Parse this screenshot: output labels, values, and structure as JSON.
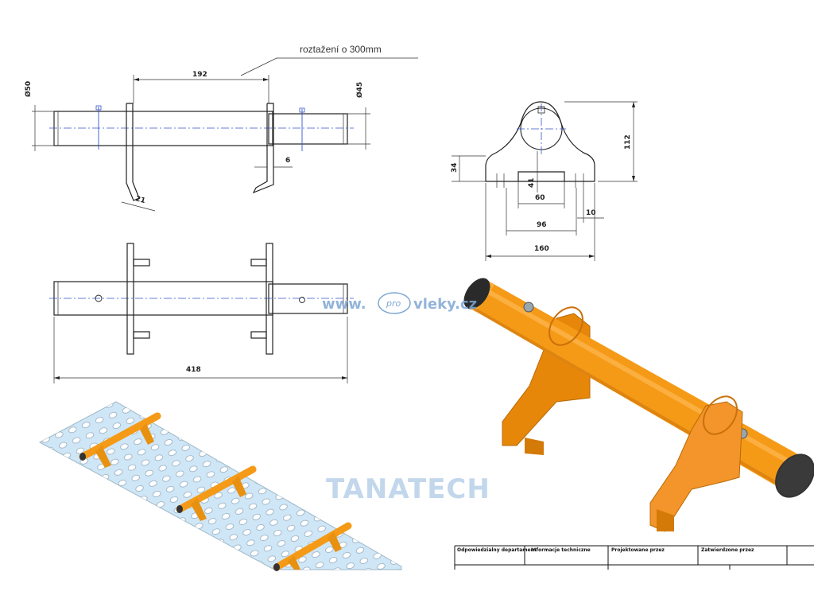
{
  "annotation": {
    "text": "roztažení o 300mm"
  },
  "dims": {
    "d50": "Ø50",
    "d45": "Ø45",
    "l192": "192",
    "l6": "6",
    "l21": "21",
    "l418": "418",
    "h34": "34",
    "h41": "41",
    "h112": "112",
    "w60": "60",
    "w96": "96",
    "w10": "10",
    "w160": "160"
  },
  "watermark": {
    "prefix": "www.",
    "pro": "pro",
    "suffix": "vleky.cz",
    "brand": "TANATECH"
  },
  "title_block": {
    "headers": [
      "Odpowiedzialny departament",
      "Informacje techniczne",
      "Projektowane przez",
      "Zatwierdzone przez"
    ]
  },
  "colors": {
    "part_orange": "#f59a17",
    "part_dark": "#c9700a",
    "plate": "#cfe6f6",
    "line": "#222222",
    "axis": "#3355cc"
  }
}
